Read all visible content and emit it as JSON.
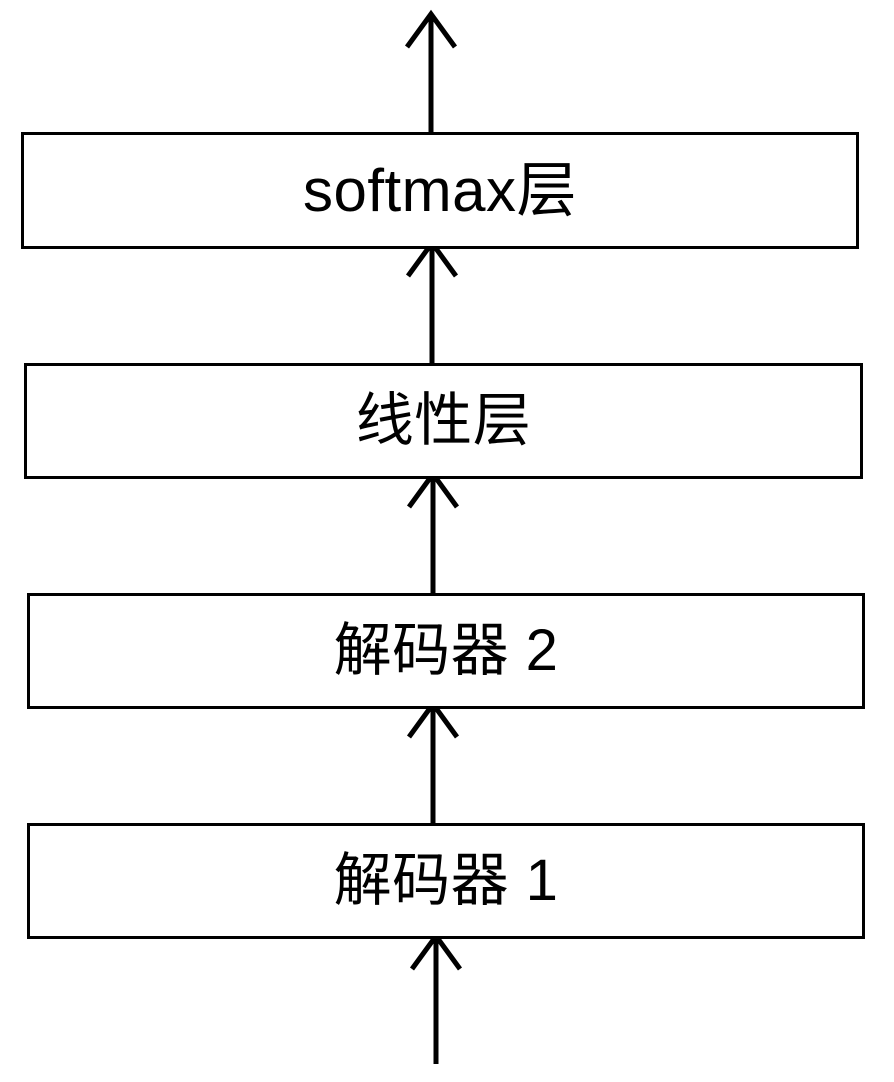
{
  "diagram": {
    "title": "Transformer decoder stack (Chinese labels)",
    "orientation": "bottom-to-top",
    "background_color": "#ffffff",
    "stroke_color": "#000000",
    "nodes": [
      {
        "id": "softmax",
        "label": "softmax层",
        "shape": "rectangle",
        "order": 4
      },
      {
        "id": "linear",
        "label": "线性层",
        "shape": "rectangle",
        "order": 3
      },
      {
        "id": "dec2",
        "label": "解码器 2",
        "shape": "rectangle",
        "order": 2
      },
      {
        "id": "dec1",
        "label": "解码器 1",
        "shape": "rectangle",
        "order": 1
      }
    ],
    "edges": [
      {
        "id": "edge-input-dec1",
        "from": "input",
        "to": "dec1",
        "arrowhead": "open-v",
        "direction": "up"
      },
      {
        "id": "edge-dec1-dec2",
        "from": "dec1",
        "to": "dec2",
        "arrowhead": "open-v",
        "direction": "up"
      },
      {
        "id": "edge-dec2-linear",
        "from": "dec2",
        "to": "linear",
        "arrowhead": "open-v",
        "direction": "up"
      },
      {
        "id": "edge-linear-softmax",
        "from": "linear",
        "to": "softmax",
        "arrowhead": "open-v",
        "direction": "up"
      },
      {
        "id": "edge-softmax-output",
        "from": "softmax",
        "to": "output",
        "arrowhead": "open-v",
        "direction": "up"
      }
    ]
  }
}
